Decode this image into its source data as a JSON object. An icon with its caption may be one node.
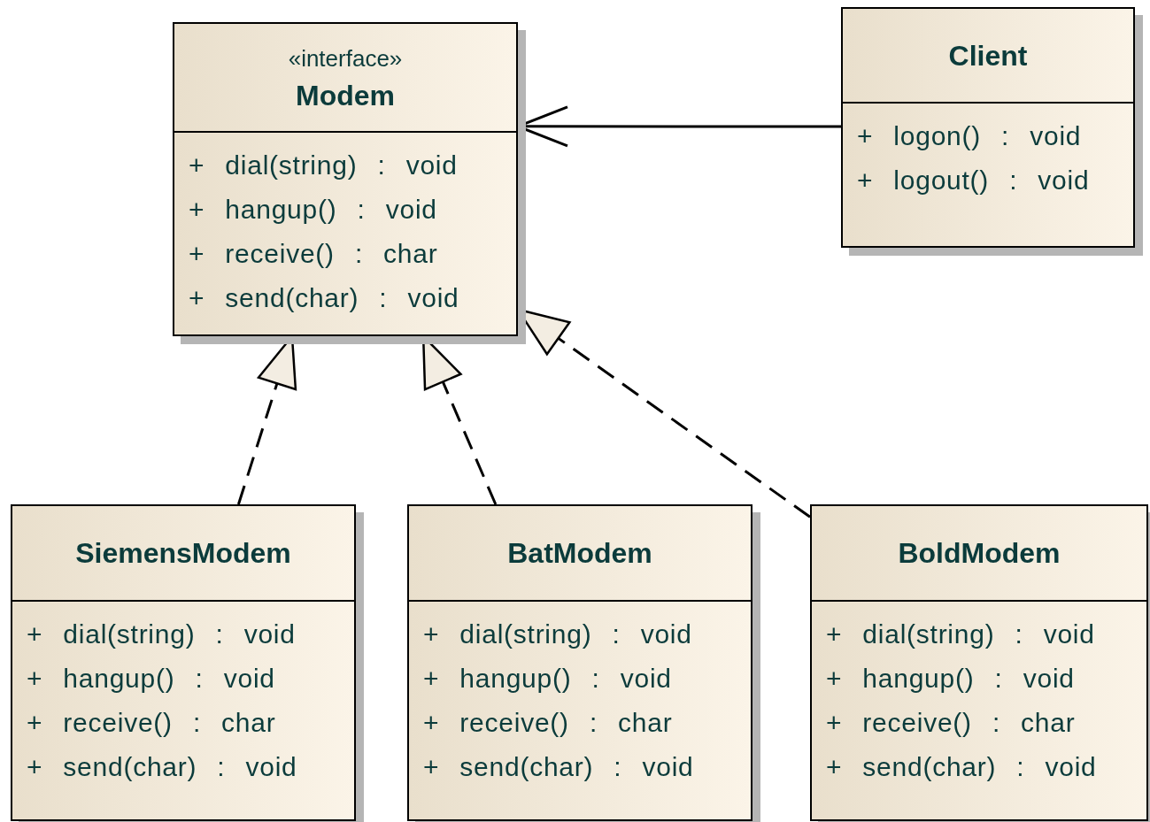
{
  "diagram": {
    "nodes": [
      {
        "text": [],
        "shape": "box"
      },
      {
        "text": [
          "«interface»",
          "Modem"
        ],
        "in": 0
      },
      {
        "text": [
          "+ dial(string) : void",
          "+ hangup() : void",
          "+ receive() : char",
          "+ send(char) : void"
        ],
        "in": 0
      },
      {
        "text": [],
        "shape": "box"
      },
      {
        "text": [
          "Client"
        ],
        "in": 3
      },
      {
        "text": [
          "+ logon() : void",
          "+ logout() : void"
        ],
        "in": 3
      },
      {
        "text": [],
        "shape": "box"
      },
      {
        "text": [
          "SiemensModem"
        ],
        "in": 6
      },
      {
        "text": [
          "+ dial(string) : void",
          "+ hangup() : void",
          "+ receive() : char",
          "+ send(char) : void"
        ],
        "in": 6
      },
      {
        "text": [],
        "shape": "box"
      },
      {
        "text": [
          "BatModem"
        ],
        "in": 9
      },
      {
        "text": [
          "+ dial(string) : void",
          "+ hangup() : void",
          "+ receive() : char",
          "+ send(char) : void"
        ],
        "in": 9
      },
      {
        "text": [],
        "shape": "box"
      },
      {
        "text": [
          "BoldModem"
        ],
        "in": 12
      },
      {
        "text": [
          "+ dial(string) : void",
          "+ hangup() : void",
          "+ receive() : char",
          "+ send(char) : void"
        ],
        "in": 12
      }
    ],
    "edges": [
      {
        "from": 3,
        "to": 0,
        "arrow": "to"
      },
      {
        "from": 6,
        "to": 0,
        "arrow": "to",
        "style": "dashed"
      },
      {
        "from": 9,
        "to": 0,
        "arrow": "to",
        "style": "dashed"
      },
      {
        "from": 12,
        "to": 0,
        "arrow": "to",
        "style": "dashed"
      }
    ]
  }
}
